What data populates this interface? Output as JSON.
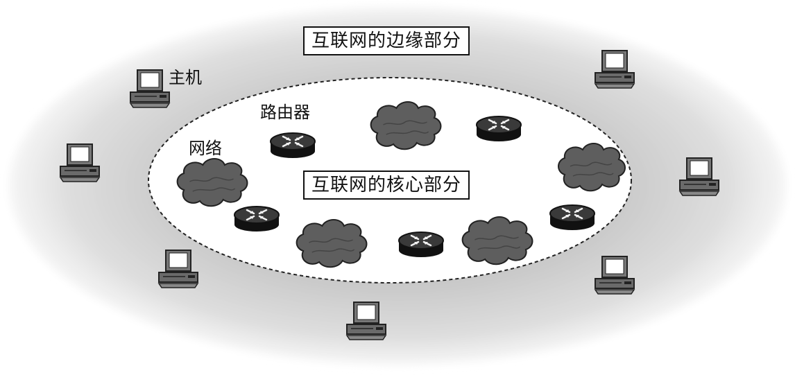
{
  "labels": {
    "edge": "互联网的边缘部分",
    "core": "互联网的核心部分",
    "host": "主机",
    "router": "路由器",
    "network": "网络"
  },
  "legend_icons": {
    "host": "desktop-computer-icon",
    "router": "router-icon",
    "network": "network-cloud-icon"
  },
  "colors": {
    "edge_fill_inner": "#cfcfcf",
    "edge_fill_outer": "#f4f4f4",
    "core_fill": "#ffffff",
    "router_top": "#3a3a3a",
    "router_side": "#111111",
    "cloud_fill": "#5a5a5a"
  }
}
